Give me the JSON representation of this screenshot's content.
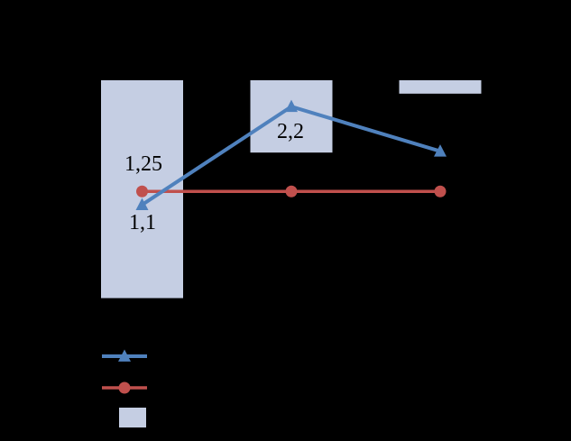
{
  "chart_data": {
    "type": "combo",
    "title": "",
    "categories": [
      "",
      "",
      ""
    ],
    "series": [
      {
        "name": "columns",
        "type": "bar",
        "color": "#c5cee3",
        "values": [
          2.44,
          0.81,
          0.15
        ]
      },
      {
        "name": "triangle-line",
        "type": "line",
        "color": "#4f81bd",
        "marker": "triangle-up",
        "values": [
          1.1,
          2.2,
          1.7
        ]
      },
      {
        "name": "circle-line",
        "type": "line",
        "color": "#c0504d",
        "marker": "circle",
        "values": [
          1.25,
          1.25,
          1.25
        ]
      }
    ],
    "point_labels": [
      {
        "series": "circle-line",
        "point": 0,
        "text": "1,25"
      },
      {
        "series": "triangle-line",
        "point": 1,
        "text": "2,2"
      },
      {
        "series": "triangle-line",
        "point": 0,
        "text": "1,1"
      }
    ],
    "legend_position": "bottom-left",
    "legend_items": [
      {
        "glyph": "line-triangle",
        "series": "triangle-line",
        "label": ""
      },
      {
        "glyph": "line-circle",
        "series": "circle-line",
        "label": ""
      },
      {
        "glyph": "square",
        "series": "columns",
        "label": ""
      }
    ],
    "axes_visible": false,
    "gridlines": false,
    "background": "#000000"
  },
  "labels": {
    "red_point_1": "1,25",
    "blue_point_2": "2,2",
    "blue_point_1": "1,1"
  }
}
